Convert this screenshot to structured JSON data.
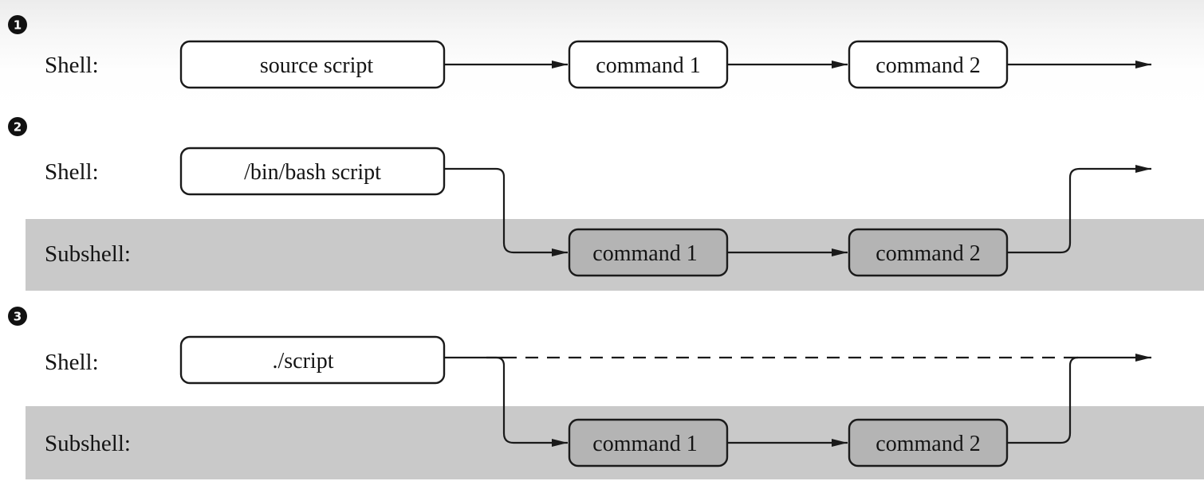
{
  "scenarios": [
    {
      "number": "1",
      "shell_label": "Shell:",
      "start_box": "source script",
      "command_boxes": [
        "command 1",
        "command 2"
      ]
    },
    {
      "number": "2",
      "shell_label": "Shell:",
      "subshell_label": "Subshell:",
      "start_box": "/bin/bash script",
      "command_boxes": [
        "command 1",
        "command 2"
      ]
    },
    {
      "number": "3",
      "shell_label": "Shell:",
      "subshell_label": "Subshell:",
      "start_box": "./script",
      "command_boxes": [
        "command 1",
        "command 2"
      ]
    }
  ],
  "colors": {
    "subshell_band": "#c9c9c9",
    "subshell_box_fill": "#b4b4b4",
    "shell_box_fill": "#ffffff",
    "stroke": "#1a1a1a"
  }
}
